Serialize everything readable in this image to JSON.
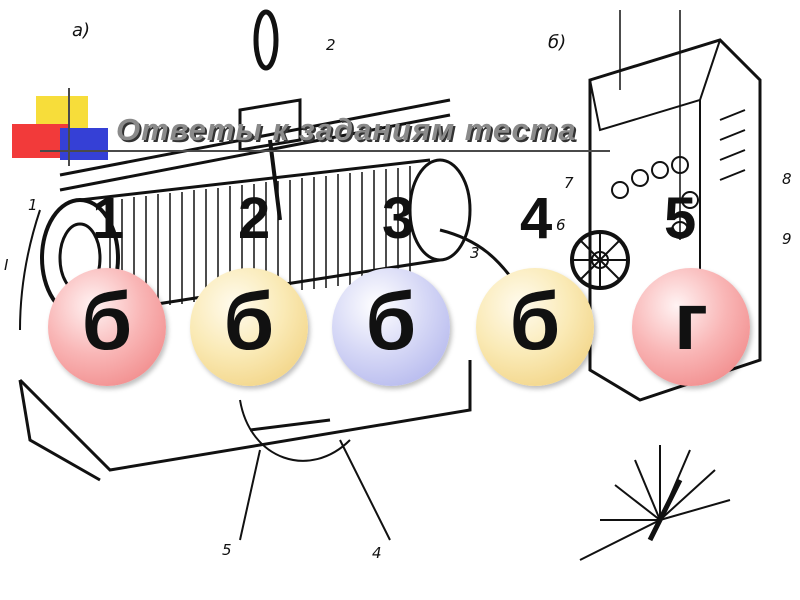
{
  "slide": {
    "title": "Ответы к заданиям теста",
    "answers": [
      {
        "number": "1",
        "answer": "б",
        "ball_color": "#f9b6b6"
      },
      {
        "number": "2",
        "answer": "б",
        "ball_color": "#faeab6"
      },
      {
        "number": "3",
        "answer": "б",
        "ball_color": "#d6d8f6"
      },
      {
        "number": "4",
        "answer": "б",
        "ball_color": "#faeab6"
      },
      {
        "number": "5",
        "answer": "г",
        "ball_color": "#f9b6b6"
      }
    ]
  },
  "illustration": {
    "label_a": "а)",
    "label_b": "б)",
    "callouts": [
      "1",
      "2",
      "3",
      "4",
      "5",
      "6",
      "7",
      "8",
      "9",
      "I"
    ]
  },
  "colors": {
    "title_gray": "#8a8a8a",
    "deco_yellow": "#f7dd3a",
    "deco_red": "#f23a3a",
    "deco_blue": "#3540d6"
  }
}
